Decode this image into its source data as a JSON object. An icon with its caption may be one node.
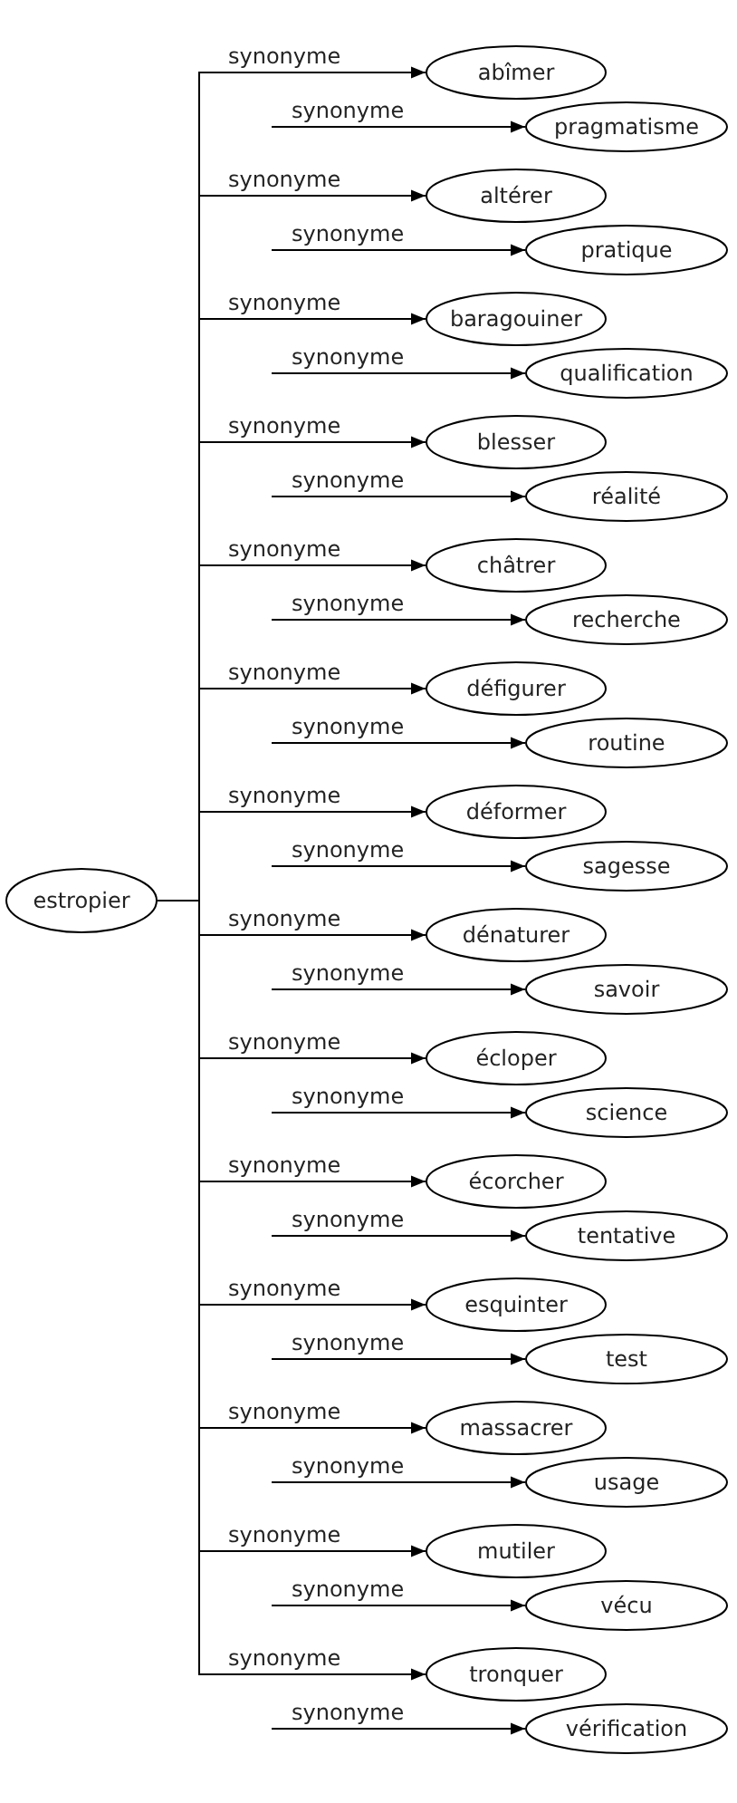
{
  "diagram": {
    "nodes": [
      {
        "text": [
          "estropier"
        ]
      },
      {
        "text": [
          "abîmer"
        ]
      },
      {
        "text": [
          "pragmatisme"
        ]
      },
      {
        "text": [
          "altérer"
        ]
      },
      {
        "text": [
          "pratique"
        ]
      },
      {
        "text": [
          "baragouiner"
        ]
      },
      {
        "text": [
          "qualification"
        ]
      },
      {
        "text": [
          "blesser"
        ]
      },
      {
        "text": [
          "réalité"
        ]
      },
      {
        "text": [
          "châtrer"
        ]
      },
      {
        "text": [
          "recherche"
        ]
      },
      {
        "text": [
          "défigurer"
        ]
      },
      {
        "text": [
          "routine"
        ]
      },
      {
        "text": [
          "déformer"
        ]
      },
      {
        "text": [
          "sagesse"
        ]
      },
      {
        "text": [
          "dénaturer"
        ]
      },
      {
        "text": [
          "savoir"
        ]
      },
      {
        "text": [
          "écloper"
        ]
      },
      {
        "text": [
          "science"
        ]
      },
      {
        "text": [
          "écorcher"
        ]
      },
      {
        "text": [
          "tentative"
        ]
      },
      {
        "text": [
          "esquinter"
        ]
      },
      {
        "text": [
          "test"
        ]
      },
      {
        "text": [
          "massacrer"
        ]
      },
      {
        "text": [
          "usage"
        ]
      },
      {
        "text": [
          "mutiler"
        ]
      },
      {
        "text": [
          "vécu"
        ]
      },
      {
        "text": [
          "tronquer"
        ]
      },
      {
        "text": [
          "vérification"
        ]
      }
    ],
    "edges": [
      {
        "from": 0,
        "to": 1,
        "arrow": "to",
        "label": "synonyme"
      },
      {
        "from": null,
        "to": 2,
        "arrow": "to",
        "label": "synonyme"
      },
      {
        "from": 0,
        "to": 3,
        "arrow": "to",
        "label": "synonyme"
      },
      {
        "from": null,
        "to": 4,
        "arrow": "to",
        "label": "synonyme"
      },
      {
        "from": 0,
        "to": 5,
        "arrow": "to",
        "label": "synonyme"
      },
      {
        "from": null,
        "to": 6,
        "arrow": "to",
        "label": "synonyme"
      },
      {
        "from": 0,
        "to": 7,
        "arrow": "to",
        "label": "synonyme"
      },
      {
        "from": null,
        "to": 8,
        "arrow": "to",
        "label": "synonyme"
      },
      {
        "from": 0,
        "to": 9,
        "arrow": "to",
        "label": "synonyme"
      },
      {
        "from": null,
        "to": 10,
        "arrow": "to",
        "label": "synonyme"
      },
      {
        "from": 0,
        "to": 11,
        "arrow": "to",
        "label": "synonyme"
      },
      {
        "from": null,
        "to": 12,
        "arrow": "to",
        "label": "synonyme"
      },
      {
        "from": 0,
        "to": 13,
        "arrow": "to",
        "label": "synonyme"
      },
      {
        "from": null,
        "to": 14,
        "arrow": "to",
        "label": "synonyme"
      },
      {
        "from": 0,
        "to": 15,
        "arrow": "to",
        "label": "synonyme"
      },
      {
        "from": null,
        "to": 16,
        "arrow": "to",
        "label": "synonyme"
      },
      {
        "from": 0,
        "to": 17,
        "arrow": "to",
        "label": "synonyme"
      },
      {
        "from": null,
        "to": 18,
        "arrow": "to",
        "label": "synonyme"
      },
      {
        "from": 0,
        "to": 19,
        "arrow": "to",
        "label": "synonyme"
      },
      {
        "from": null,
        "to": 20,
        "arrow": "to",
        "label": "synonyme"
      },
      {
        "from": 0,
        "to": 21,
        "arrow": "to",
        "label": "synonyme"
      },
      {
        "from": null,
        "to": 22,
        "arrow": "to",
        "label": "synonyme"
      },
      {
        "from": 0,
        "to": 23,
        "arrow": "to",
        "label": "synonyme"
      },
      {
        "from": null,
        "to": 24,
        "arrow": "to",
        "label": "synonyme"
      },
      {
        "from": 0,
        "to": 25,
        "arrow": "to",
        "label": "synonyme"
      },
      {
        "from": null,
        "to": 26,
        "arrow": "to",
        "label": "synonyme"
      },
      {
        "from": 0,
        "to": 27,
        "arrow": "to",
        "label": "synonyme"
      },
      {
        "from": null,
        "to": 28,
        "arrow": "to",
        "label": "synonyme"
      }
    ]
  }
}
